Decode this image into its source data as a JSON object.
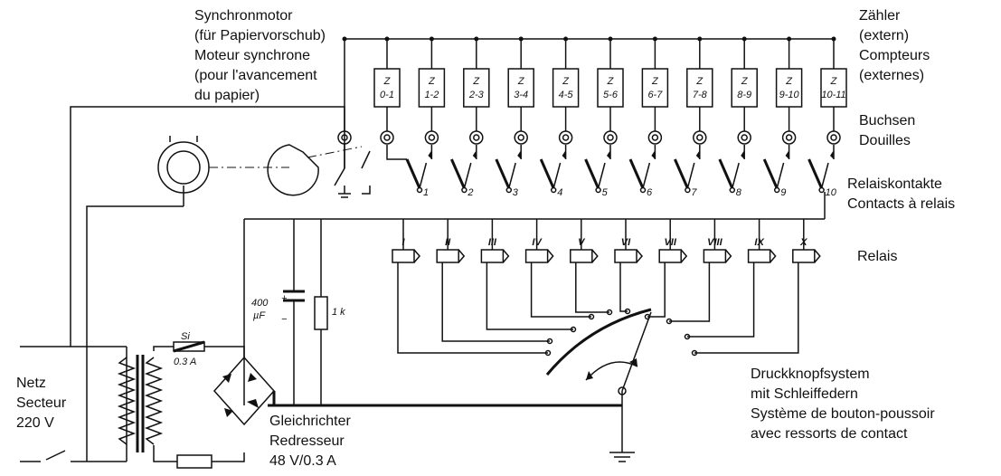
{
  "labels": {
    "synchron_de_1": "Synchronmotor",
    "synchron_de_2": "(für Papiervorschub)",
    "synchron_fr_1": "Moteur synchrone",
    "synchron_fr_2": "(pour l'avancement",
    "synchron_fr_3": "du papier)",
    "zaehler_1": "Zähler",
    "zaehler_2": "(extern)",
    "compteurs_1": "Compteurs",
    "compteurs_2": "(externes)",
    "buchsen": "Buchsen",
    "douilles": "Douilles",
    "relaiskontakte": "Relaiskontakte",
    "contacts_relais": "Contacts à relais",
    "relais": "Relais",
    "druck_1": "Druckknopfsystem",
    "druck_2": "mit Schleiffedern",
    "druck_3": "Système de bouton-poussoir",
    "druck_4": "avec ressorts de contact",
    "netz": "Netz",
    "secteur": "Secteur",
    "voltage": "220 V",
    "gleich": "Gleichrichter",
    "redresseur": "Redresseur",
    "rect_rating": "48 V/0.3 A",
    "cap_value": "400",
    "cap_unit": "µF",
    "cap_plus": "+",
    "cap_minus": "−",
    "resistor": "1 k",
    "fuse_name": "Si",
    "fuse_rating": "0.3 A"
  },
  "counters": {
    "letter": "Z",
    "ranges": [
      "0-1",
      "1-2",
      "2-3",
      "3-4",
      "4-5",
      "5-6",
      "6-7",
      "7-8",
      "8-9",
      "9-10",
      "10-11"
    ]
  },
  "contacts": [
    "1",
    "2",
    "3",
    "4",
    "5",
    "6",
    "7",
    "8",
    "9",
    "10"
  ],
  "relays": [
    "I",
    "II",
    "III",
    "IV",
    "V",
    "VI",
    "VII",
    "VIII",
    "IX",
    "X"
  ]
}
